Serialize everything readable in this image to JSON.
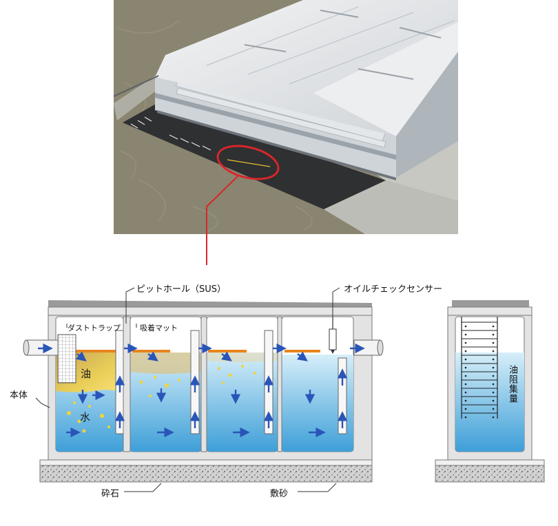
{
  "labels": {
    "pit_hole": "ピットホール（SUS）",
    "oil_check_sensor": "オイルチェックセンサー",
    "dust_trap": "ダストトラップ",
    "adsorption_mat": "吸着マット",
    "oil": "油",
    "water": "水",
    "body": "本体",
    "crushed_stone": "砕石",
    "bedding_sand": "敷砂",
    "oil_collection_amount": "油阻集量"
  },
  "colors": {
    "water_top": "#d8eef8",
    "water_bottom": "#3d9fd8",
    "oil": "#c9a860",
    "oil_bright": "#f4d23a",
    "mat": "#e8841e",
    "arrow": "#2a55b8",
    "concrete": "#e2e2e2",
    "highlight_ring": "#d8262a"
  },
  "icons": [
    "flow-arrow-icon",
    "oil-bubble-icon",
    "inlet-pipe-icon",
    "outlet-pipe-icon",
    "sensor-icon",
    "ladder-icon"
  ]
}
